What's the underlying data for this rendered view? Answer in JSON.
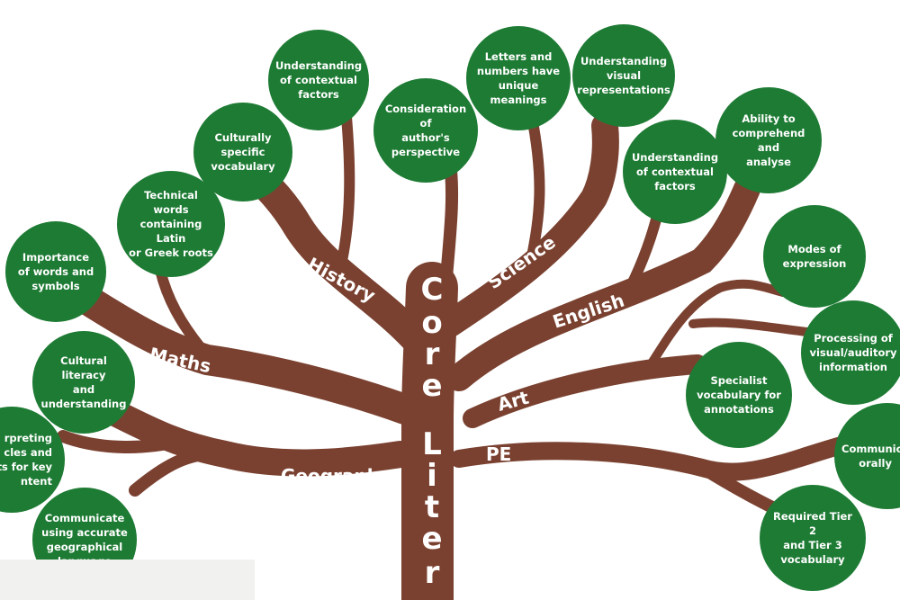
{
  "colors": {
    "trunk": "#7a4130",
    "leaf": "#1e7b34",
    "leaf_text": "#ffffff",
    "label_text": "#ffffff",
    "background": "#ffffff"
  },
  "trunk_text": [
    "C",
    "o",
    "r",
    "e",
    "L",
    "i",
    "t",
    "e",
    "r"
  ],
  "branches": {
    "history": "History",
    "science": "Science",
    "english": "English",
    "maths": "Maths",
    "art": "Art",
    "geography": "Geography",
    "pe": "PE"
  },
  "leaves": {
    "l1": "Understanding\nof contextual\nfactors",
    "l2": "Letters and\nnumbers have\nunique\nmeanings",
    "l3": "Understanding\nvisual\nrepresentations",
    "l4": "Consideration of\nauthor's\nperspective",
    "l5": "Culturally\nspecific\nvocabulary",
    "l6": "Ability to\ncomprehend and\nanalyse",
    "l7": "Understanding\nof contextual\nfactors",
    "l8": "Technical words\ncontaining Latin\nor Greek roots",
    "l9": "Importance\nof words and\nsymbols",
    "l10": "Modes of\nexpression",
    "l11": "Processing of\nvisual/auditory\ninformation",
    "l12": "Cultural literacy\nand\nunderstanding",
    "l13": "Specialist\nvocabulary for\nannotations",
    "l14": "rpreting\ncles and\nts for key\nntent",
    "l15": "Communica\norally",
    "l16": "Communicate\nusing accurate\ngeographical\nlanguage",
    "l17": "Required Tier 2\nand Tier 3\nvocabulary"
  }
}
